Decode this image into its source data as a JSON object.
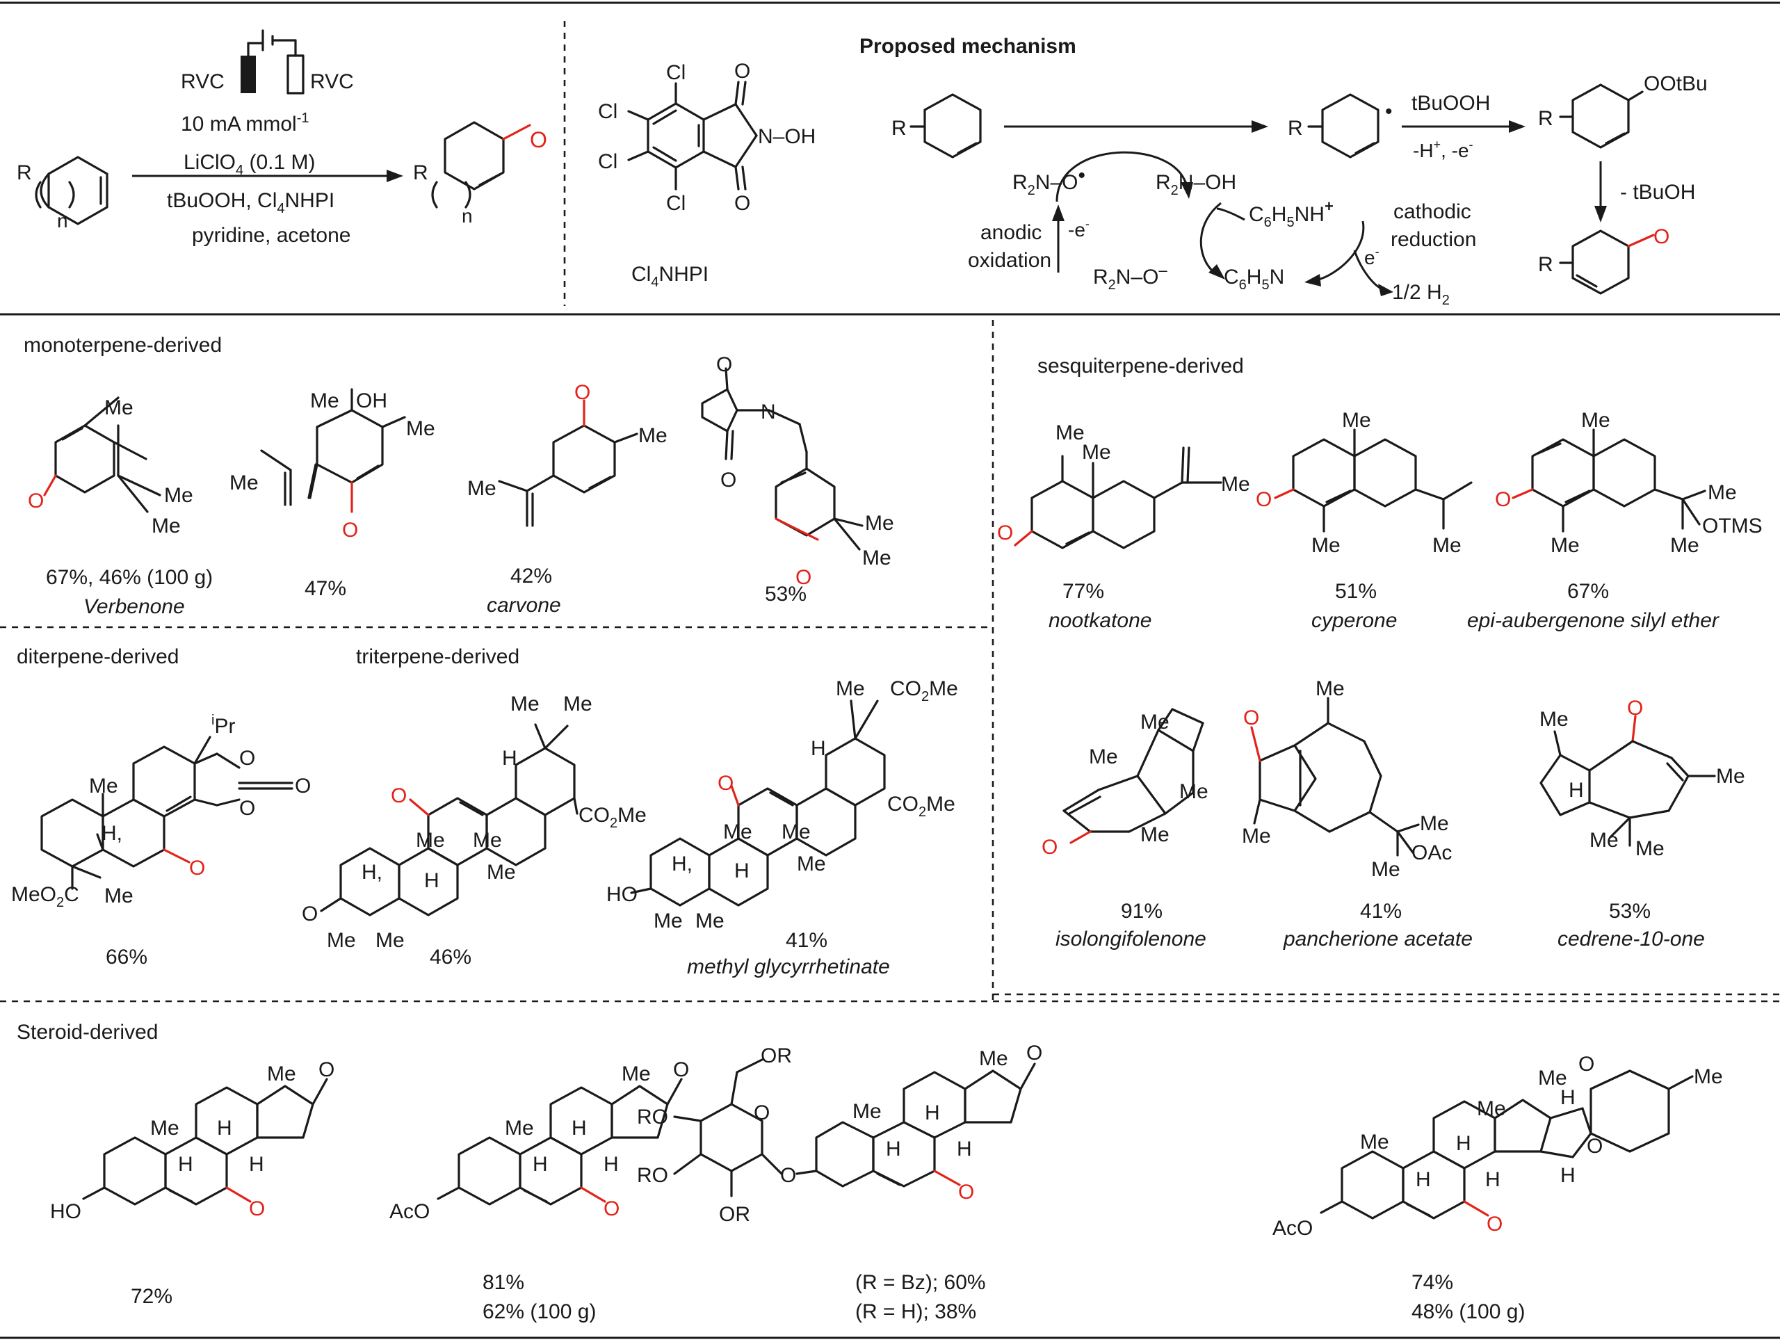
{
  "header": {
    "conditions": {
      "electrode_left": "RVC",
      "electrode_right": "RVC",
      "current": "10 mA mmol",
      "current_sup": "-1",
      "electrolyte": "LiClO",
      "electrolyte_sub": "4",
      "electrolyte_conc": " (0.1 M)",
      "oxidant_prefix": "t",
      "oxidant": "BuOOH, Cl",
      "oxidant_sub": "4",
      "oxidant_tail": "NHPI",
      "solvent": "pyridine, acetone"
    },
    "substrate_r": "R",
    "substrate_n": "n",
    "product_r": "R",
    "product_n": "n",
    "catalyst": {
      "cl_top": "Cl",
      "cl_left1": "Cl",
      "cl_left2": "Cl",
      "cl_bottom": "Cl",
      "o_top": "O",
      "o_bottom": "O",
      "n_oh": "N–OH",
      "name": "Cl",
      "name_sub": "4",
      "name_tail": "NHPI"
    },
    "mechanism": {
      "title": "Proposed mechanism",
      "r1": "R",
      "r2": "R",
      "r3": "R",
      "r4": "R",
      "radical_dot": "•",
      "tbuooh_t": "t",
      "tbuooh": "BuOOH",
      "minus_h": "-H",
      "minus_h_sup": "+",
      "minus_e": ", -e",
      "minus_e_sup": "-",
      "peroxide": "OO",
      "peroxide_t": "t",
      "peroxide_bu": "Bu",
      "minus_tbuoh": "- ",
      "minus_tbuoh_t": "t",
      "minus_tbuoh_tail": "BuOH",
      "pino": "R",
      "pino_sub": "2",
      "pino_tail": "N–O",
      "pino_dot": "•",
      "nhpi": "R",
      "nhpi_sub": "2",
      "nhpi_tail": "N–OH",
      "anion": "R",
      "anion_sub": "2",
      "anion_tail": "N–O",
      "anion_sup": "–",
      "pyh": "C",
      "pyh_sub1": "6",
      "pyh_mid": "H",
      "pyh_sub2": "5",
      "pyh_tail": "NH",
      "pyh_sup": "+",
      "py": "C",
      "py_sub1": "6",
      "py_mid": "H",
      "py_sub2": "5",
      "py_tail": "N",
      "anodic": "anodic",
      "oxidation": "oxidation",
      "minus_e_anodic": "-e",
      "minus_e_anodic_sup": "-",
      "cathodic": "cathodic",
      "reduction": "reduction",
      "e_cathodic": "e",
      "e_cathodic_sup": "-",
      "h2": "1/2 H",
      "h2_sub": "2",
      "o_red": "O"
    }
  },
  "sections": {
    "monoterpene": {
      "label": "monoterpene-derived",
      "items": [
        {
          "yield": "67%, 46% (100 g)",
          "name": "Verbenone",
          "labels": [
            "Me",
            "Me",
            "Me"
          ]
        },
        {
          "yield": "47%",
          "name": "",
          "labels": [
            "Me",
            "OH",
            "Me",
            "Me"
          ]
        },
        {
          "yield": "42%",
          "name": "carvone",
          "labels": [
            "Me",
            "Me"
          ]
        },
        {
          "yield": "53%",
          "name": "",
          "labels": [
            "O",
            "N",
            "O",
            "Me",
            "Me"
          ]
        }
      ]
    },
    "sesquiterpene": {
      "label": "sesquiterpene-derived",
      "items": [
        {
          "yield": "77%",
          "name": "nootkatone",
          "labels": [
            "Me",
            "Me",
            "Me"
          ]
        },
        {
          "yield": "51%",
          "name": "cyperone",
          "labels": [
            "Me",
            "Me",
            "Me"
          ]
        },
        {
          "yield": "67%",
          "name": "epi-aubergenone silyl ether",
          "labels": [
            "Me",
            "Me",
            "Me",
            "OTMS",
            "Me"
          ]
        },
        {
          "yield": "91%",
          "name": "isolongifolenone",
          "labels": [
            "Me",
            "Me",
            "Me",
            "Me"
          ]
        },
        {
          "yield": "41%",
          "name": "pancherione acetate",
          "labels": [
            "Me",
            "Me",
            "Me",
            "Me",
            "OAc"
          ]
        },
        {
          "yield": "53%",
          "name": "cedrene-10-one",
          "labels": [
            "Me",
            "H",
            "Me",
            "Me",
            "Me"
          ]
        }
      ]
    },
    "diterpene": {
      "label": "diterpene-derived",
      "items": [
        {
          "yield": "66%",
          "name": "",
          "labels": [
            "Pr",
            "i",
            "O",
            "O",
            "O",
            "Me",
            "H,",
            "MeO",
            "2",
            "C",
            "Me"
          ]
        }
      ]
    },
    "triterpene": {
      "label": "triterpene-derived",
      "items": [
        {
          "yield": "46%",
          "name": "",
          "labels": [
            "Me",
            "Me",
            "H",
            "CO",
            "2",
            "Me",
            "Me",
            "Me",
            "H",
            "H,",
            "Me",
            "O",
            "Me",
            "Me"
          ]
        },
        {
          "yield": "41%",
          "name": "methyl glycyrrhetinate",
          "labels": [
            "Me",
            "CO",
            "2",
            "Me",
            "H",
            "CO",
            "2",
            "Me",
            "Me",
            "Me",
            "H",
            "H,",
            "Me",
            "HO",
            "Me",
            "Me"
          ]
        }
      ]
    },
    "steroid": {
      "label": "Steroid-derived",
      "items": [
        {
          "yield": "72%",
          "yield2": "",
          "labels": [
            "Me",
            "O",
            "Me",
            "H",
            "H",
            "H",
            "HO"
          ]
        },
        {
          "yield": "81%",
          "yield2": "62% (100 g)",
          "labels": [
            "Me",
            "O",
            "Me",
            "H",
            "H",
            "H",
            "AcO"
          ]
        },
        {
          "yield": "(R = Bz); 60%",
          "yield2": "(R = H); 38%",
          "labels": [
            "OR",
            "RO",
            "RO",
            "OR",
            "O",
            "O",
            "Me",
            "O",
            "Me",
            "H",
            "H",
            "H"
          ]
        },
        {
          "yield": "74%",
          "yield2": "48% (100 g)",
          "labels": [
            "Me",
            "O",
            "Me",
            "H",
            "H",
            "Me",
            "O",
            "Me",
            "H",
            "H",
            "H",
            "AcO"
          ]
        }
      ]
    }
  },
  "colors": {
    "ink": "#1a1a1a",
    "oxygen_accent": "#e2231a"
  }
}
